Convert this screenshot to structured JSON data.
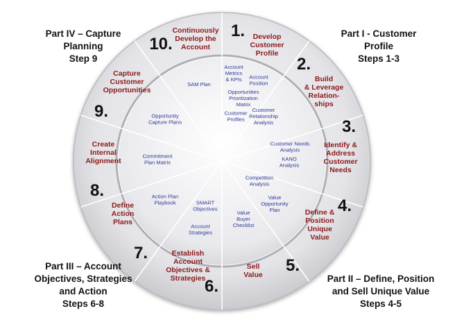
{
  "parts": {
    "part1": {
      "lines": [
        "Part I - Customer",
        "Profile",
        "Steps 1-3"
      ]
    },
    "part2": {
      "lines": [
        "Part II – Define, Position",
        "and Sell Unique Value",
        "Steps 4-5"
      ]
    },
    "part3": {
      "lines": [
        "Part III – Account",
        "Objectives, Strategies",
        "and Action",
        "Steps 6-8"
      ]
    },
    "part4": {
      "lines": [
        "Part IV – Capture",
        "Planning",
        "Step 9"
      ]
    }
  },
  "steps": [
    {
      "number": "1.",
      "label": [
        "Develop",
        "Customer",
        "Profile"
      ]
    },
    {
      "number": "2.",
      "label": [
        "Build",
        "& Leverage",
        "Relation-",
        "ships"
      ]
    },
    {
      "number": "3.",
      "label": [
        "Identify &",
        "Address",
        "Customer",
        "Needs"
      ]
    },
    {
      "number": "4.",
      "label": [
        "Define &",
        "Position",
        "Unique",
        "Value"
      ]
    },
    {
      "number": "5.",
      "label": [
        "Sell",
        "Value"
      ]
    },
    {
      "number": "6.",
      "label": [
        "Establish",
        "Account",
        "Objectives &",
        "Strategies"
      ]
    },
    {
      "number": "7.",
      "label": [
        "Define",
        "Action",
        "Plans"
      ]
    },
    {
      "number": "8.",
      "label": [
        "Create",
        "Internal",
        "Alignment"
      ]
    },
    {
      "number": "9.",
      "label": [
        "Capture",
        "Customer",
        "Opportunities"
      ]
    },
    {
      "number": "10.",
      "label": [
        "Continuously",
        "Develop the",
        "Account"
      ]
    }
  ],
  "tools": [
    [
      "Account",
      "Metrics",
      "& KPIs"
    ],
    [
      "Account",
      "Position"
    ],
    [
      "Opportunities",
      "Prioritization",
      "Matrix"
    ],
    [
      "Customer",
      "Profiles"
    ],
    [
      "Customer",
      "Relationship",
      "Analysis"
    ],
    [
      "Customer Needs",
      "Analysis"
    ],
    [
      "KANO",
      "Analysis"
    ],
    [
      "Competition",
      "Analysis"
    ],
    [
      "Value",
      "Opportunity",
      "Plan"
    ],
    [
      "Value",
      "Buyer",
      "Checklist"
    ],
    [
      "SMART",
      "Objectives"
    ],
    [
      "Account",
      "Strategies"
    ],
    [
      "Action Plan",
      "Playbook"
    ],
    [
      "Commitment",
      "Plan Matrix"
    ],
    [
      "Opportunity",
      "Capture Plans"
    ],
    [
      "SAM Plan"
    ]
  ],
  "colors": {
    "step_label": "#8b1a1a",
    "tool_text": "#2c3a96",
    "number_text": "#111111",
    "ring_face": "#e6e6e9"
  }
}
